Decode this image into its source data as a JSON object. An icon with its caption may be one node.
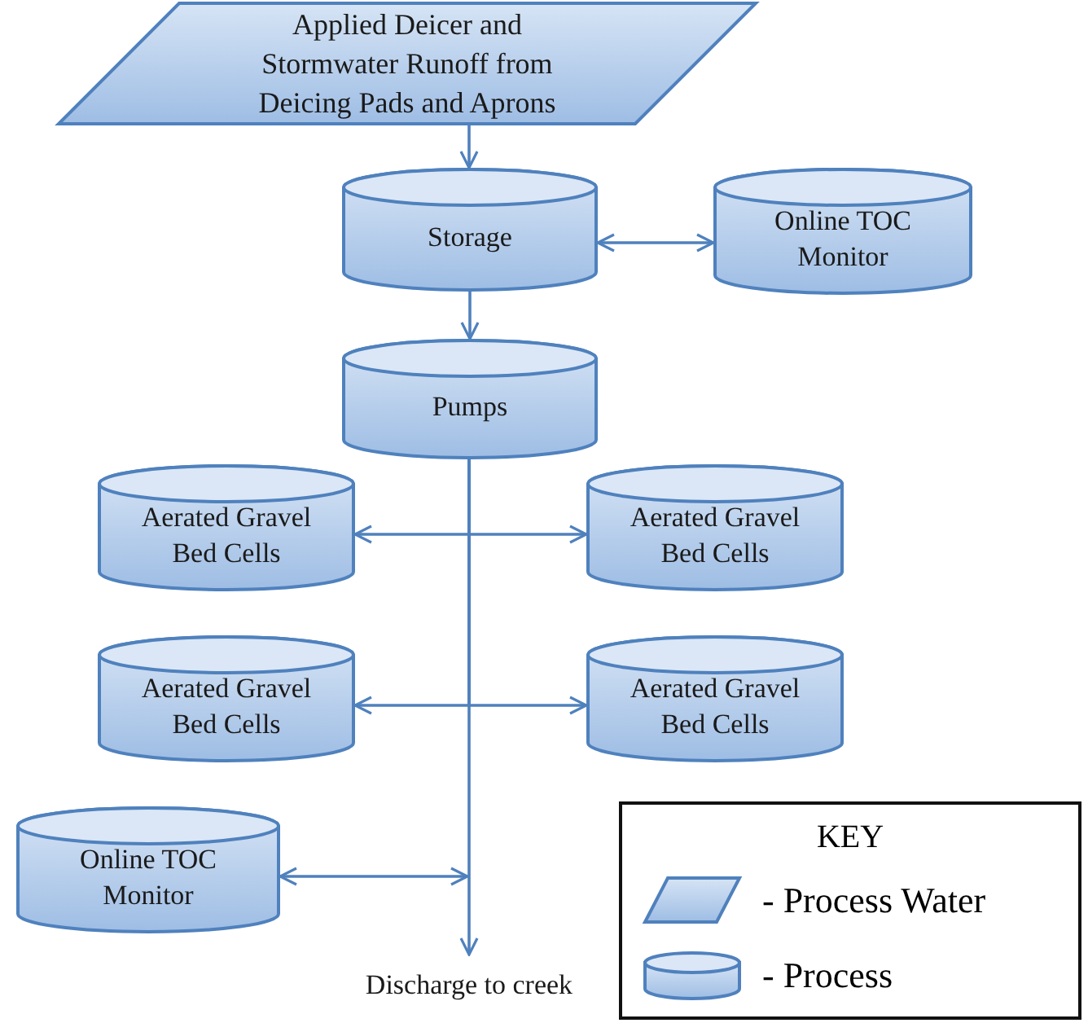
{
  "diagram": {
    "nodes": [
      {
        "text": [
          "Applied Deicer and Stormwater Runoff from Deicing Pads and Aprons"
        ]
      },
      {
        "text": [
          "Storage"
        ]
      },
      {
        "text": [
          "Online TOC Monitor"
        ]
      },
      {
        "text": [
          "Pumps"
        ]
      },
      {
        "text": [
          "Aerated Gravel Bed Cells"
        ]
      },
      {
        "text": [
          "Aerated Gravel Bed Cells"
        ]
      },
      {
        "text": [
          "Aerated Gravel Bed Cells"
        ]
      },
      {
        "text": [
          "Aerated Gravel Bed Cells"
        ]
      },
      {
        "text": [
          "Online TOC Monitor"
        ]
      },
      {
        "text": [
          "Discharge to creek"
        ]
      }
    ],
    "edges": [
      {
        "from": 0,
        "to": 1,
        "arrow": "to"
      },
      {
        "from": 1,
        "to": 2,
        "arrow": "both"
      },
      {
        "from": 1,
        "to": 3,
        "arrow": "to"
      },
      {
        "from": 3,
        "to": 4,
        "arrow": "to"
      },
      {
        "from": 3,
        "to": 5,
        "arrow": "to"
      },
      {
        "from": 3,
        "to": 6,
        "arrow": "to"
      },
      {
        "from": 3,
        "to": 7,
        "arrow": "to"
      },
      {
        "from": 3,
        "to": 9,
        "arrow": "to"
      },
      {
        "from": 8,
        "to": null,
        "arrow": "both"
      }
    ],
    "labels": [
      "KEY"
    ],
    "legend": [
      {
        "text": "- Process Water"
      },
      {
        "text": "- Process"
      }
    ]
  }
}
